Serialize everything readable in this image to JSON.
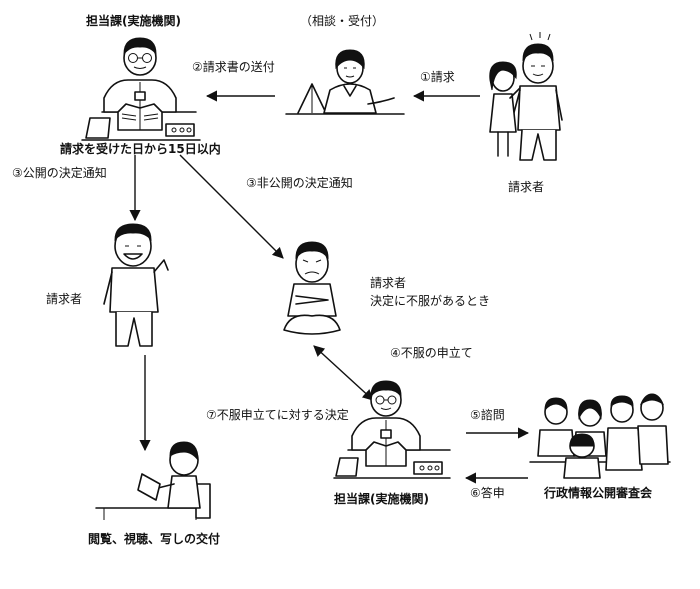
{
  "nodes": {
    "dept_top": "担当課(実施機関)",
    "reception": "（相談・受付）",
    "requester_top": "請求者",
    "deadline": "請求を受けた日から15日以内",
    "requester_left": "請求者",
    "requester_mid_title": "請求者",
    "requester_mid_sub": "決定に不服があるとき",
    "dept_bottom": "担当課(実施機関)",
    "council": "行政情報公開審査会",
    "delivery": "閲覧、視聴、写しの交付"
  },
  "steps": {
    "s1": "①請求",
    "s2": "②請求書の送付",
    "s3a": "③公開の決定通知",
    "s3b": "③非公開の決定通知",
    "s4": "④不服の申立て",
    "s5": "⑤諮問",
    "s6": "⑥答申",
    "s7": "⑦不服申立てに対する決定"
  },
  "icons": {
    "clerk_top": "clerk-at-desk-icon",
    "receptionist": "receptionist-icon",
    "requester_pair": "requester-couple-icon",
    "requester_happy": "happy-requester-icon",
    "requester_unhappy": "frowning-requester-icon",
    "clerk_bottom": "clerk-at-desk-icon",
    "council_group": "review-council-icon",
    "reader": "reading-person-icon"
  }
}
